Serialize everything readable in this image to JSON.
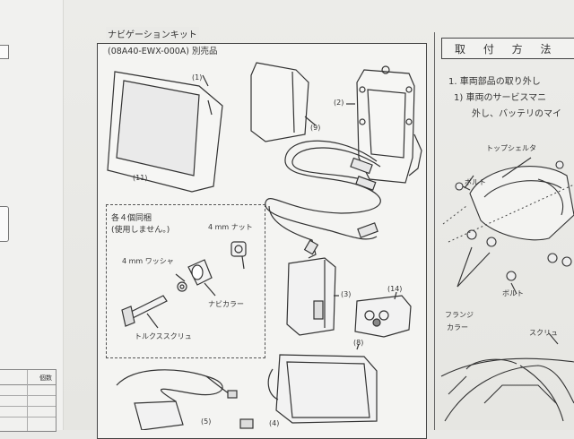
{
  "kit": {
    "title": "ナビゲーションキット",
    "code": "(08A40-EWX-000A) 別売品"
  },
  "callouts": [
    "(1)",
    "(2)",
    "(3)",
    "(4)",
    "(5)",
    "(8)",
    "(9)",
    "(11)",
    "(14)"
  ],
  "hardware": {
    "note1": "各４個同梱",
    "note2": "(使用しません。)",
    "nut": "4 mm ナット",
    "washer": "4 mm ワッシャ",
    "collar": "ナビカラー",
    "screw": "トルクススクリュ"
  },
  "install": {
    "heading": "取 付 方 法",
    "step1": "1.  車両部品の取り外し",
    "step1a": "1)  車両のサービスマニ",
    "step1b": "外し、バッテリのマイ",
    "labels": {
      "top_shelter": "トップシェルタ",
      "bolt1": "ボルト",
      "bolt2": "ボルト",
      "flange": "フランジ",
      "collar": "カラー",
      "screw": "スクリュ"
    }
  },
  "left_table": {
    "header": "個数"
  }
}
